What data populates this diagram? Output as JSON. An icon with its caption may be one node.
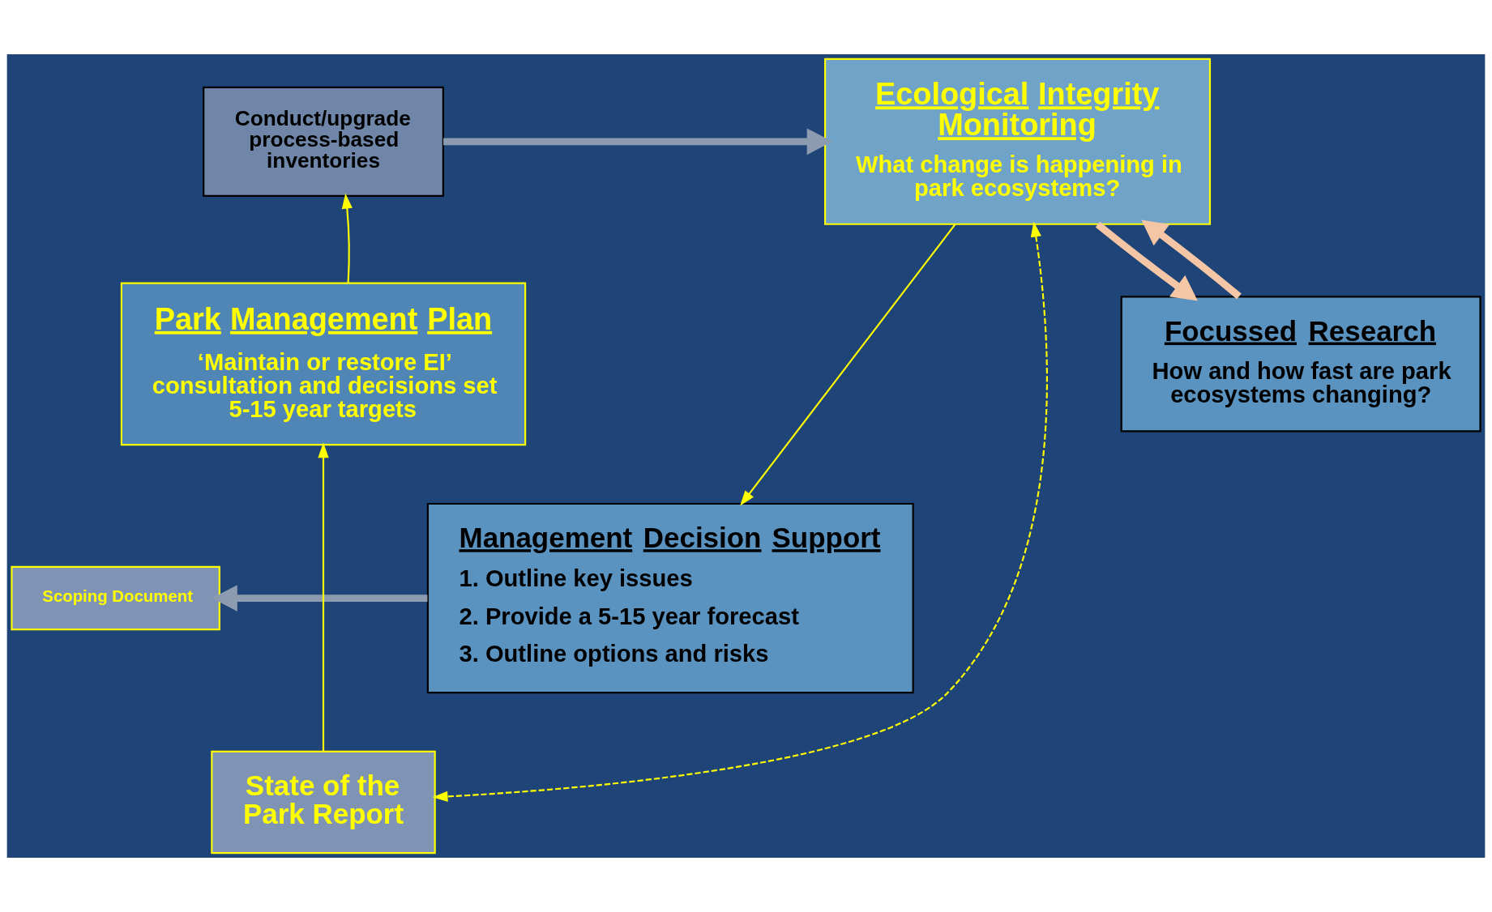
{
  "diagram": {
    "nodes": [
      {
        "text": [
          "Conduct/upgrade process-based inventories"
        ]
      },
      {
        "text": [
          "Ecological Integrity Monitoring",
          "What change is happening in park ecosystems?"
        ]
      },
      {
        "text": [
          "Park Management Plan",
          "‘Maintain or restore EI’ consultation and decisions set 5-15 year targets"
        ]
      },
      {
        "text": [
          "Focussed Research",
          "How and how fast are park ecosystems changing?"
        ]
      },
      {
        "text": [
          "Scoping Document"
        ]
      },
      {
        "text": [
          "Management Decision Support",
          "1. Outline key issues",
          "2. Provide a 5-15 year forecast",
          "3. Outline options and risks"
        ]
      },
      {
        "text": [
          "State of the Park Report"
        ]
      }
    ],
    "edges": [
      {
        "from": 2,
        "to": 0,
        "arrow": "to"
      },
      {
        "from": 0,
        "to": 1,
        "arrow": "to",
        "style": "thick",
        "color": "#8c9bb0"
      },
      {
        "from": 1,
        "to": 6,
        "arrow": "both",
        "style": "dashed"
      },
      {
        "from": 1,
        "to": 3,
        "arrow": "to",
        "style": "thick",
        "color": "#f5c6a5"
      },
      {
        "from": 3,
        "to": 1,
        "arrow": "to",
        "style": "thick",
        "color": "#f5c6a5"
      },
      {
        "from": 1,
        "to": 5,
        "arrow": "to"
      },
      {
        "from": 5,
        "to": 4,
        "arrow": "to",
        "style": "thick",
        "color": "#8c9bb0"
      },
      {
        "from": 6,
        "to": 2,
        "arrow": "to"
      }
    ]
  }
}
